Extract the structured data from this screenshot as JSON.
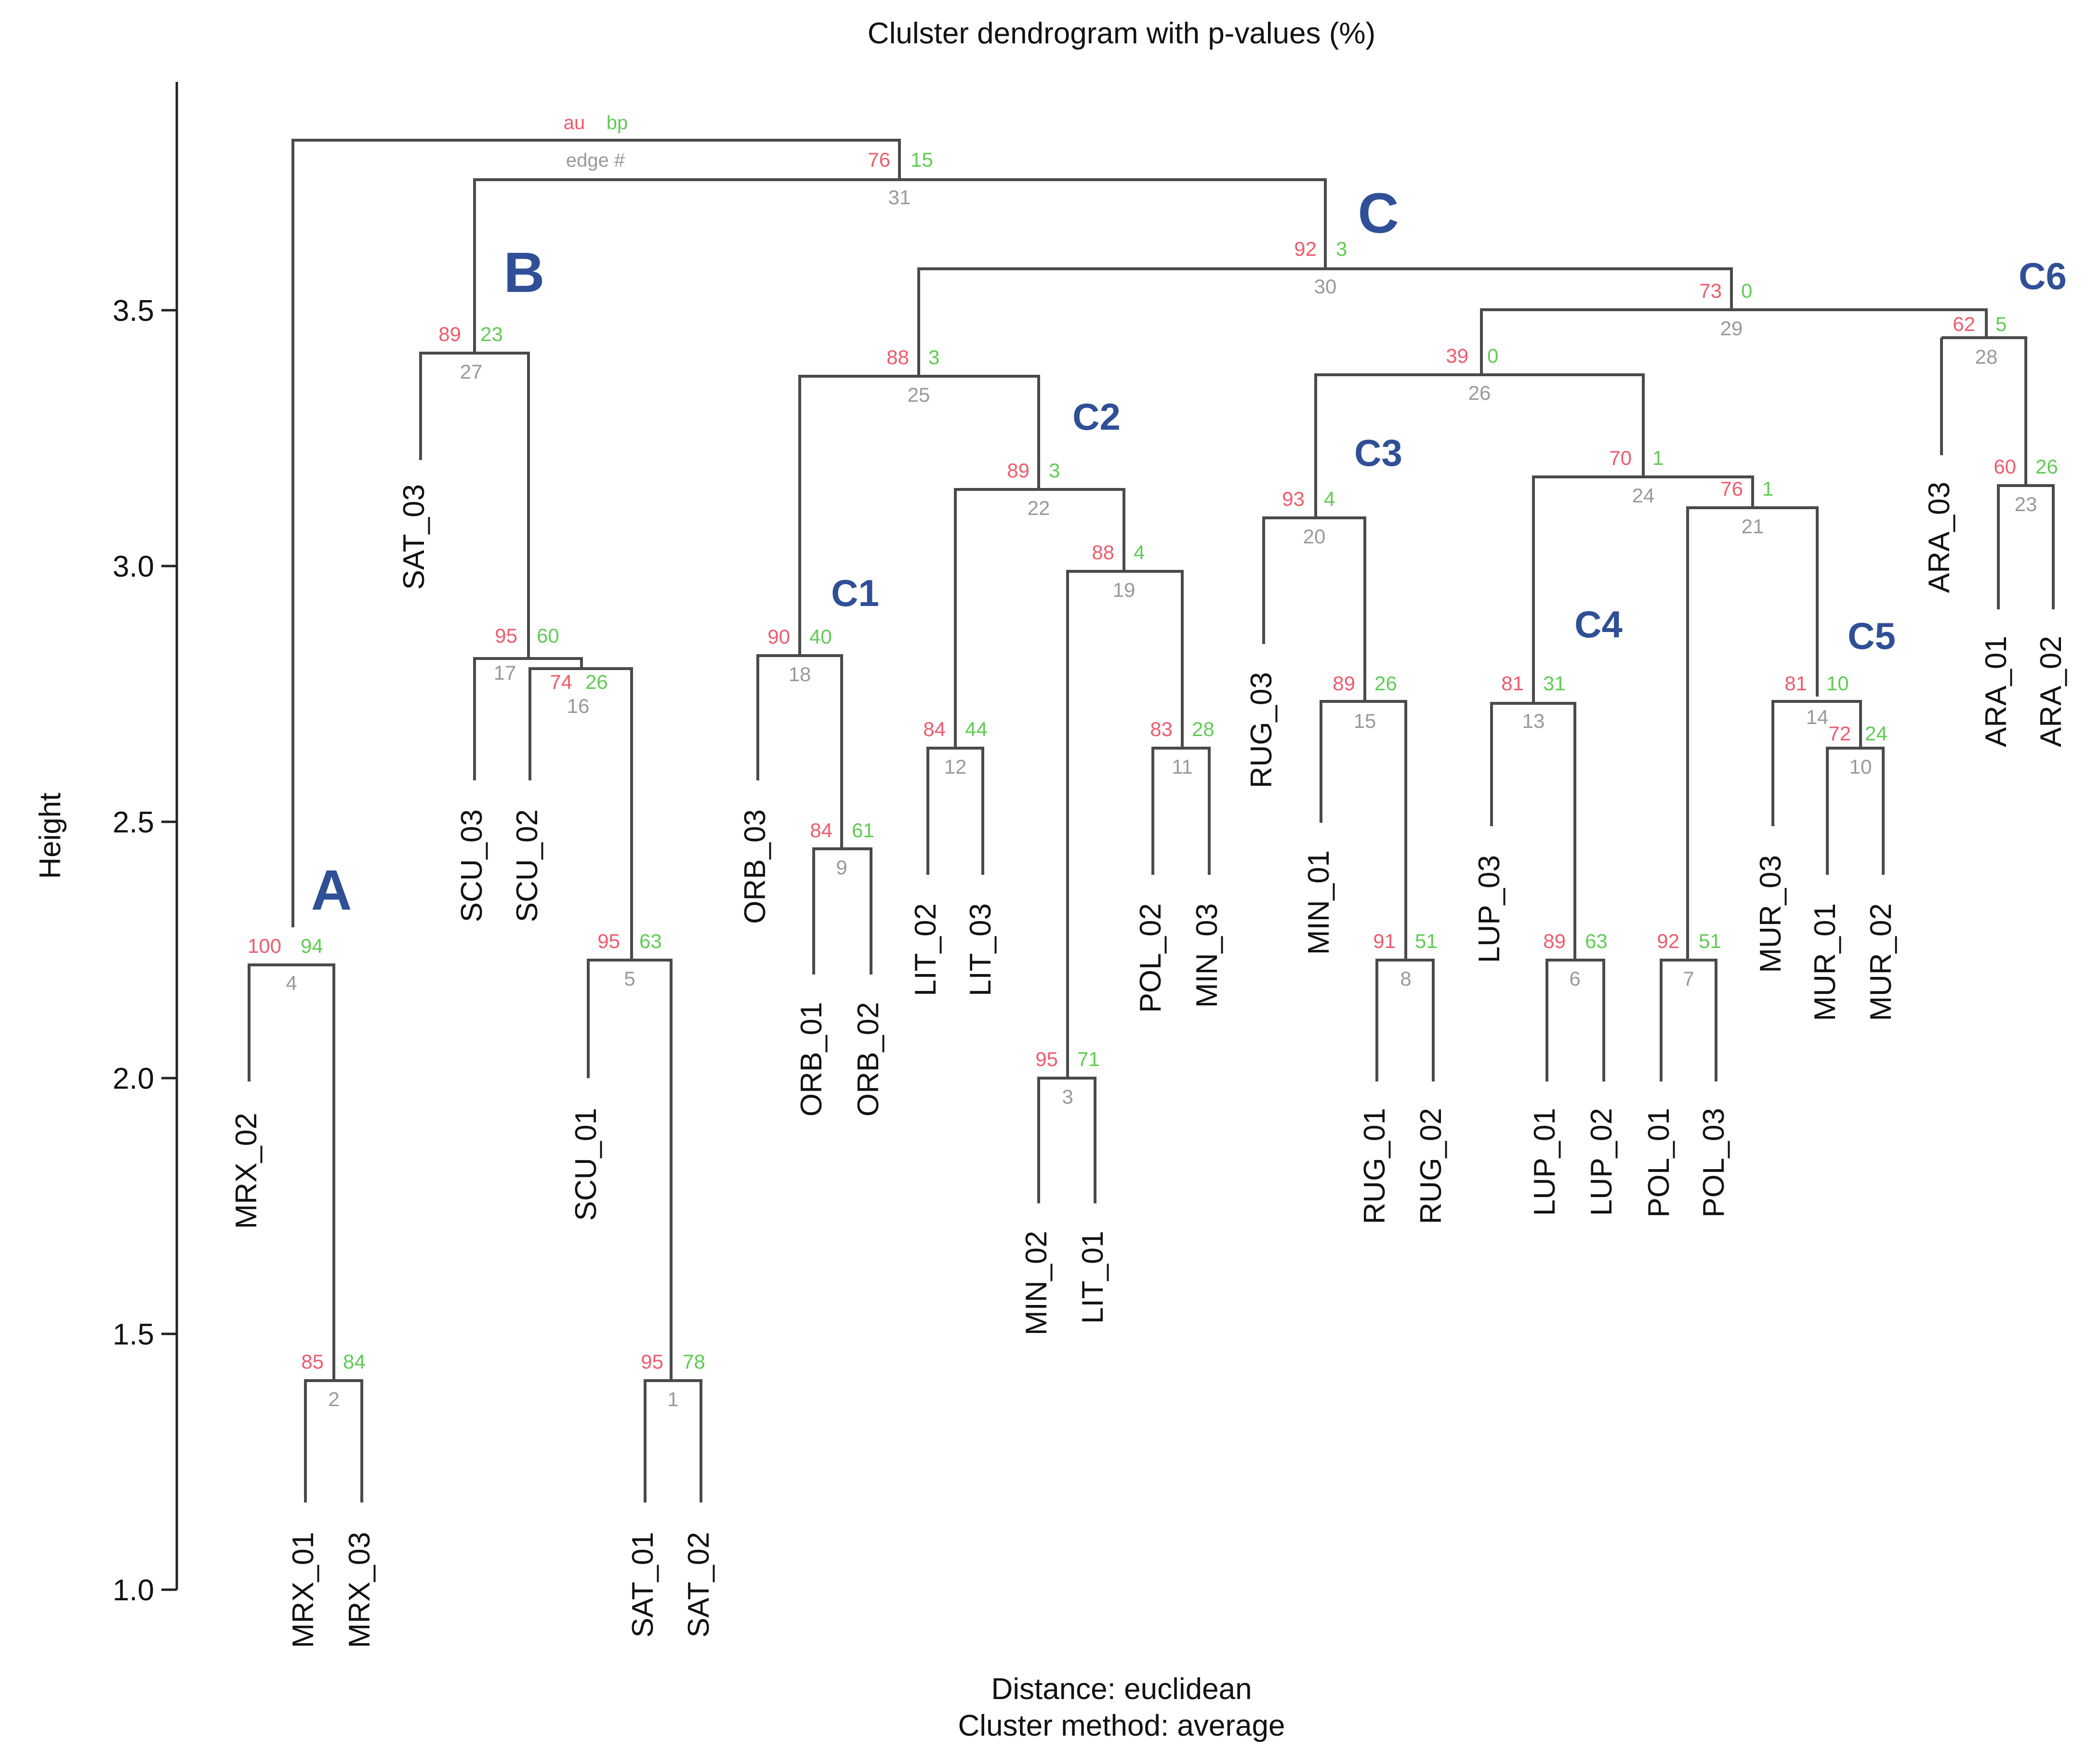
{
  "title": "Clulster dendrogram with p-values (%)",
  "y_axis_label": "Height",
  "y_ticks": [
    "1.0",
    "1.5",
    "2.0",
    "2.5",
    "3.0",
    "3.5"
  ],
  "footer": {
    "distance": "Distance: euclidean",
    "method": "Cluster method: average"
  },
  "legend": {
    "au": "au",
    "bp": "bp",
    "edge": "edge #"
  },
  "colors": {
    "au": "#ef5b6c",
    "bp": "#5fcc52",
    "edge": "#999999",
    "cluster": "#2f4f96",
    "branch": "#4a4a4a"
  },
  "leaves": [
    "MRX_02",
    "MRX_01",
    "MRX_03",
    "SAT_03",
    "SCU_03",
    "SCU_02",
    "SCU_01",
    "SAT_01",
    "SAT_02",
    "ORB_03",
    "ORB_01",
    "ORB_02",
    "LIT_02",
    "LIT_03",
    "MIN_02",
    "LIT_01",
    "POL_02",
    "MIN_03",
    "RUG_03",
    "MIN_01",
    "RUG_01",
    "RUG_02",
    "LUP_03",
    "LUP_01",
    "LUP_02",
    "POL_01",
    "POL_03",
    "MUR_03",
    "MUR_01",
    "MUR_02",
    "ARA_03",
    "ARA_01",
    "ARA_02"
  ],
  "nodes": [
    {
      "edge": "1",
      "height": 1.41,
      "au": "95",
      "bp": "78"
    },
    {
      "edge": "2",
      "height": 1.41,
      "au": "85",
      "bp": "84"
    },
    {
      "edge": "3",
      "height": 2.0,
      "au": "95",
      "bp": "71"
    },
    {
      "edge": "4",
      "height": 2.22,
      "au": "100",
      "bp": "94"
    },
    {
      "edge": "5",
      "height": 2.23,
      "au": "95",
      "bp": "63"
    },
    {
      "edge": "6",
      "height": 2.23,
      "au": "89",
      "bp": "63"
    },
    {
      "edge": "7",
      "height": 2.23,
      "au": "92",
      "bp": "51"
    },
    {
      "edge": "8",
      "height": 2.23,
      "au": "91",
      "bp": "51"
    },
    {
      "edge": "9",
      "height": 2.45,
      "au": "84",
      "bp": "61"
    },
    {
      "edge": "10",
      "height": 2.65,
      "au": "72",
      "bp": "24"
    },
    {
      "edge": "11",
      "height": 2.65,
      "au": "83",
      "bp": "28"
    },
    {
      "edge": "12",
      "height": 2.65,
      "au": "84",
      "bp": "44"
    },
    {
      "edge": "13",
      "height": 2.74,
      "au": "81",
      "bp": "31"
    },
    {
      "edge": "14",
      "height": 2.74,
      "au": "81",
      "bp": "10"
    },
    {
      "edge": "15",
      "height": 2.74,
      "au": "89",
      "bp": "26"
    },
    {
      "edge": "16",
      "height": 2.8,
      "au": "74",
      "bp": "26"
    },
    {
      "edge": "17",
      "height": 2.82,
      "au": "95",
      "bp": "60"
    },
    {
      "edge": "18",
      "height": 2.82,
      "au": "90",
      "bp": "40"
    },
    {
      "edge": "19",
      "height": 2.99,
      "au": "88",
      "bp": "4"
    },
    {
      "edge": "20",
      "height": 3.1,
      "au": "93",
      "bp": "4"
    },
    {
      "edge": "21",
      "height": 3.12,
      "au": "76",
      "bp": "1"
    },
    {
      "edge": "22",
      "height": 3.15,
      "au": "89",
      "bp": "3"
    },
    {
      "edge": "23",
      "height": 3.16,
      "au": "60",
      "bp": "26"
    },
    {
      "edge": "24",
      "height": 3.18,
      "au": "70",
      "bp": "1"
    },
    {
      "edge": "25",
      "height": 3.37,
      "au": "88",
      "bp": "3"
    },
    {
      "edge": "26",
      "height": 3.38,
      "au": "39",
      "bp": "0"
    },
    {
      "edge": "27",
      "height": 3.42,
      "au": "89",
      "bp": "23"
    },
    {
      "edge": "28",
      "height": 3.45,
      "au": "62",
      "bp": "5"
    },
    {
      "edge": "29",
      "height": 3.51,
      "au": "73",
      "bp": "0"
    },
    {
      "edge": "30",
      "height": 3.59,
      "au": "92",
      "bp": "3"
    },
    {
      "edge": "31",
      "height": 3.77,
      "au": "76",
      "bp": "15"
    }
  ],
  "clusters": [
    "A",
    "B",
    "C",
    "C1",
    "C2",
    "C3",
    "C4",
    "C5",
    "C6"
  ]
}
